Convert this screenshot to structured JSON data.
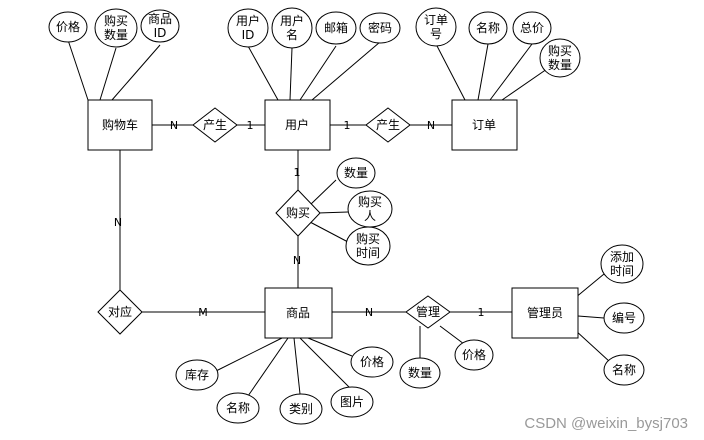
{
  "entities": {
    "cart": "购物车",
    "user": "用户",
    "order": "订单",
    "product": "商品",
    "admin": "管理员"
  },
  "relationships": {
    "produce_cart": "产生",
    "produce_order": "产生",
    "purchase": "购买",
    "correspond": "对应",
    "manage": "管理"
  },
  "attributes": {
    "cart": [
      [
        "价格"
      ],
      [
        "购买",
        "数量"
      ],
      [
        "商品",
        "ID"
      ]
    ],
    "user": [
      [
        "用户",
        "ID"
      ],
      [
        "用户",
        "名"
      ],
      [
        "邮箱"
      ],
      [
        "密码"
      ]
    ],
    "order": [
      [
        "订单",
        "号"
      ],
      [
        "名称"
      ],
      [
        "总价"
      ],
      [
        "购买",
        "数量"
      ]
    ],
    "purchase": [
      [
        "数量"
      ],
      [
        "购买",
        "人"
      ],
      [
        "购买",
        "时间"
      ]
    ],
    "product": [
      [
        "库存"
      ],
      [
        "名称"
      ],
      [
        "类别"
      ],
      [
        "图片"
      ],
      [
        "价格"
      ]
    ],
    "manage": [
      [
        "数量"
      ],
      [
        "价格"
      ]
    ],
    "admin": [
      [
        "添加",
        "时间"
      ],
      [
        "编号"
      ],
      [
        "名称"
      ]
    ]
  },
  "cardinalities": {
    "cart_produce": "N",
    "produce_user": "1",
    "user_produce": "1",
    "produce_order": "N",
    "user_purchase": "1",
    "purchase_product": "N",
    "cart_correspond": "N",
    "correspond_product": "M",
    "product_manage": "N",
    "manage_admin": "1"
  },
  "watermark": "CSDN @weixin_bysj703"
}
